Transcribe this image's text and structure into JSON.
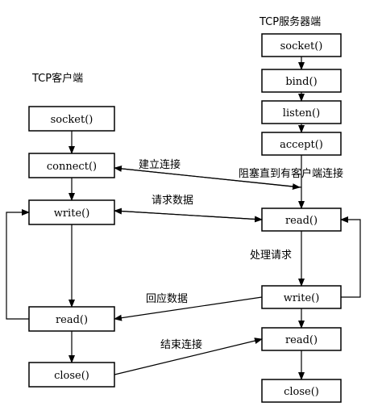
{
  "client": {
    "title": "TCP客户端",
    "nodes": {
      "socket": "socket()",
      "connect": "connect()",
      "write": "write()",
      "read": "read()",
      "close": "close()"
    }
  },
  "server": {
    "title": "TCP服务器端",
    "nodes": {
      "socket": "socket()",
      "bind": "bind()",
      "listen": "listen()",
      "accept": "accept()",
      "read1": "read()",
      "write": "write()",
      "read2": "read()",
      "close": "close()"
    }
  },
  "messages": {
    "establish": "建立连接",
    "request": "请求数据",
    "response": "回应数据",
    "end": "结束连接",
    "blocking": "阻塞直到有客户端连接",
    "process": "处理请求"
  }
}
